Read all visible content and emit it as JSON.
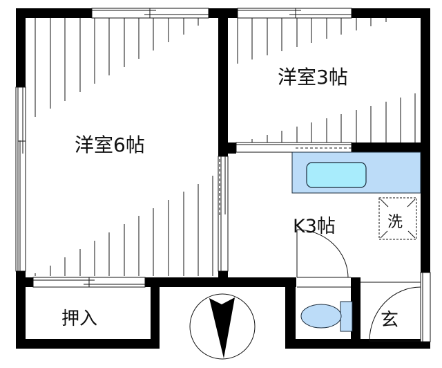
{
  "floor_plan": {
    "rooms": [
      {
        "id": "western-6",
        "label": "洋室6帖"
      },
      {
        "id": "western-3",
        "label": "洋室3帖"
      },
      {
        "id": "kitchen",
        "label": "K3帖"
      },
      {
        "id": "closet",
        "label": "押入"
      },
      {
        "id": "entrance",
        "label": "玄"
      }
    ],
    "fixtures": {
      "washer": {
        "label": "洗"
      },
      "bathtub": {
        "label": ""
      },
      "toilet": {
        "label": ""
      }
    },
    "compass": {
      "direction": "north-arrow"
    },
    "colors": {
      "wall": "#000000",
      "fixture_fill": "#bcdcf8",
      "tub_inner": "#a8ecfc",
      "background": "#ffffff"
    }
  }
}
